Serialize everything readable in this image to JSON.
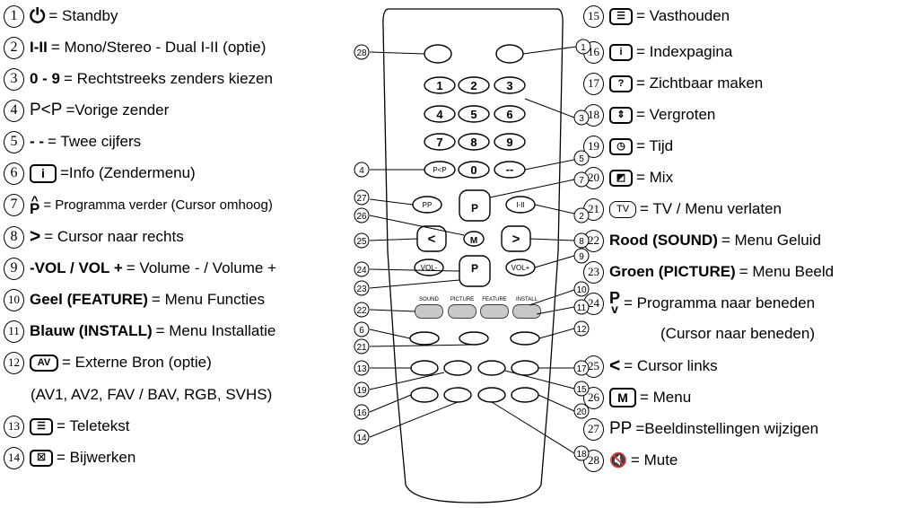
{
  "left_items": [
    {
      "n": "1",
      "icon": "power-icon",
      "glyph": "⏻",
      "text": "= Standby"
    },
    {
      "n": "2",
      "icon": "mono-stereo-icon",
      "glyph": "I-II",
      "text": "= Mono/Stereo - Dual I-II (optie)"
    },
    {
      "n": "3",
      "icon": "digits-icon",
      "glyph": "0 - 9",
      "text": "= Rechtstreeks zenders kiezen"
    },
    {
      "n": "4",
      "icon": "previous-programme-icon",
      "glyph": "P<P",
      "text": "=Vorige zender"
    },
    {
      "n": "5",
      "icon": "double-dash-icon",
      "glyph": "- -",
      "text": "= Twee cijfers"
    },
    {
      "n": "6",
      "icon": "info-icon",
      "glyph": "i",
      "text": "=Info (Zendermenu)"
    },
    {
      "n": "7",
      "icon": "programme-up-icon",
      "glyph": "P",
      "text": "= Programma verder (Cursor omhoog)"
    },
    {
      "n": "8",
      "icon": "cursor-right-icon",
      "glyph": ">",
      "text": "= Cursor naar rechts"
    },
    {
      "n": "9",
      "icon": "volume-icon",
      "glyph": "-VOL / VOL +",
      "text": "= Volume - / Volume +"
    },
    {
      "n": "10",
      "icon": "yellow-button-icon",
      "glyph": "Geel (FEATURE)",
      "text": "= Menu Functies"
    },
    {
      "n": "11",
      "icon": "blue-button-icon",
      "glyph": "Blauw (INSTALL)",
      "text": "= Menu Installatie"
    },
    {
      "n": "12",
      "icon": "av-icon",
      "glyph": "AV",
      "text": "= Externe Bron (optie)"
    },
    {
      "n": "13",
      "icon": "teletext-icon",
      "glyph": "☰",
      "text": "= Teletekst"
    },
    {
      "n": "14",
      "icon": "update-icon",
      "glyph": "☒",
      "text": "= Bijwerken"
    }
  ],
  "left_continuation": "(AV1, AV2, FAV / BAV, RGB, SVHS)",
  "right_items": [
    {
      "n": "15",
      "icon": "hold-icon",
      "glyph": "☰",
      "text": "= Vasthouden"
    },
    {
      "n": "16",
      "icon": "index-icon",
      "glyph": "i",
      "text": "= Indexpagina"
    },
    {
      "n": "17",
      "icon": "reveal-icon",
      "glyph": "?",
      "text": "= Zichtbaar maken"
    },
    {
      "n": "18",
      "icon": "expand-icon",
      "glyph": "⇕",
      "text": "= Vergroten"
    },
    {
      "n": "19",
      "icon": "time-icon",
      "glyph": "◷",
      "text": "= Tijd"
    },
    {
      "n": "20",
      "icon": "mix-icon",
      "glyph": "◩",
      "text": "= Mix"
    },
    {
      "n": "21",
      "icon": "tv-icon",
      "glyph": "TV",
      "text": "= TV / Menu verlaten"
    },
    {
      "n": "22",
      "icon": "red-button-icon",
      "glyph": "Rood (SOUND)",
      "text": "= Menu Geluid"
    },
    {
      "n": "23",
      "icon": "green-button-icon",
      "glyph": "Groen (PICTURE)",
      "text": "= Menu Beeld"
    },
    {
      "n": "24",
      "icon": "programme-down-icon",
      "glyph": "P",
      "text": "= Programma naar beneden"
    },
    {
      "n": "25",
      "icon": "cursor-left-icon",
      "glyph": "<",
      "text": "= Cursor links"
    },
    {
      "n": "26",
      "icon": "menu-icon",
      "glyph": "M",
      "text": "= Menu"
    },
    {
      "n": "27",
      "icon": "picture-settings-icon",
      "glyph": "PP",
      "text": "=Beeldinstellingen wijzigen"
    },
    {
      "n": "28",
      "icon": "mute-icon",
      "glyph": "🔇",
      "text": "= Mute"
    }
  ],
  "right_continuation": "(Cursor naar  beneden)",
  "remote": {
    "digits": [
      "1",
      "2",
      "3",
      "4",
      "5",
      "6",
      "7",
      "8",
      "9",
      "0"
    ],
    "pp": "P<P",
    "dash": "--",
    "pp2": "PP",
    "i_ii": "I-II",
    "menu": "M",
    "vol_minus": "VOL-",
    "vol_plus": "VOL+",
    "prog_up": "P",
    "prog_down": "P",
    "left": "<",
    "right": ">",
    "sound": "SOUND",
    "picture": "PICTURE",
    "feature": "FEATURE",
    "install": "INSTALL",
    "callouts": [
      "1",
      "2",
      "3",
      "4",
      "5",
      "6",
      "7",
      "8",
      "9",
      "10",
      "11",
      "12",
      "13",
      "14",
      "15",
      "16",
      "17",
      "18",
      "19",
      "20",
      "21",
      "22",
      "23",
      "24",
      "25",
      "26",
      "27",
      "28"
    ]
  }
}
